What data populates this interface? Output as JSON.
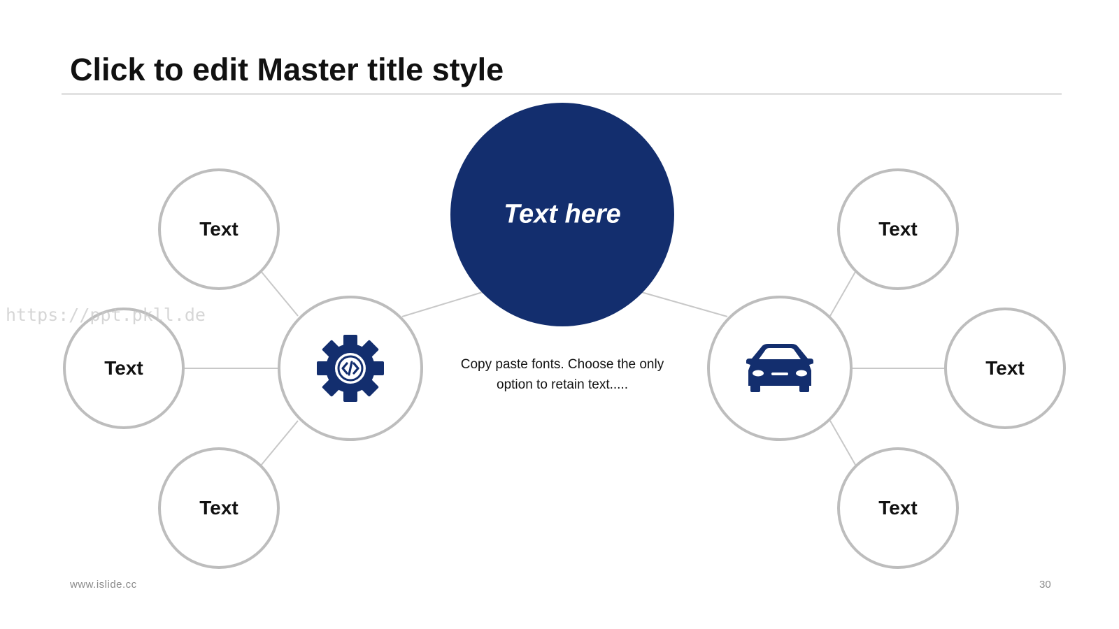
{
  "slide": {
    "title": "Click to edit Master title style",
    "footer_url": "www.islide.cc",
    "page_number": "30",
    "watermark": "https://ppt.pkll.de"
  },
  "center": {
    "label": "Text here",
    "description_line1": "Copy paste fonts. Choose the only",
    "description_line2": "option to retain text.....",
    "color": "#132E6E"
  },
  "left_hub": {
    "icon": "gear-code-icon"
  },
  "right_hub": {
    "icon": "car-icon"
  },
  "left_nodes": [
    {
      "label": "Text"
    },
    {
      "label": "Text"
    },
    {
      "label": "Text"
    }
  ],
  "right_nodes": [
    {
      "label": "Text"
    },
    {
      "label": "Text"
    },
    {
      "label": "Text"
    }
  ],
  "colors": {
    "accent": "#132E6E",
    "circle_outline": "#BDBDBD",
    "connector": "#C8C8C8"
  }
}
